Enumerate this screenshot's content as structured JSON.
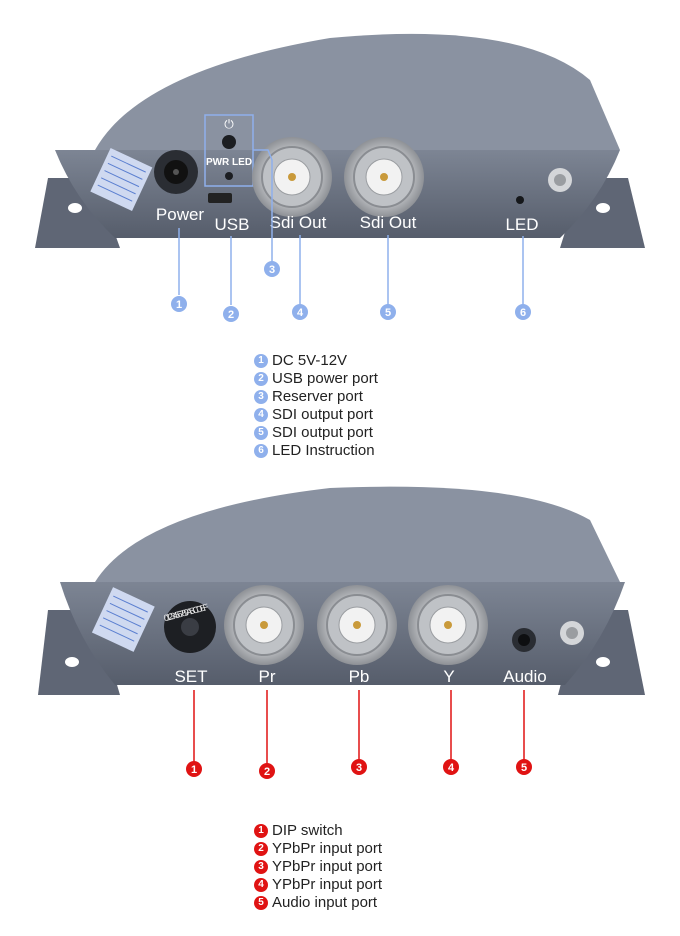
{
  "top_device": {
    "labels": {
      "power": "Power",
      "usb": "USB",
      "sdi_out_1": "Sdi Out",
      "sdi_out_2": "Sdi Out",
      "led": "LED",
      "pwr_led": "PWR LED"
    },
    "callouts": [
      "1",
      "2",
      "3",
      "4",
      "5",
      "6"
    ],
    "callout_color": "#8fb0ec"
  },
  "top_legend": [
    {
      "num": "1",
      "text": "DC 5V-12V"
    },
    {
      "num": "2",
      "text": "USB power port"
    },
    {
      "num": "3",
      "text": "Reserver port"
    },
    {
      "num": "4",
      "text": "SDI output port"
    },
    {
      "num": "5",
      "text": "SDI output port"
    },
    {
      "num": "6",
      "text": "LED Instruction"
    }
  ],
  "bottom_device": {
    "labels": {
      "set": "SET",
      "pr": "Pr",
      "pb": "Pb",
      "y": "Y",
      "audio": "Audio",
      "dial_digits": "0123456789ABCDEF"
    },
    "callouts": [
      "1",
      "2",
      "3",
      "4",
      "5"
    ],
    "callout_color": "#e01313"
  },
  "bottom_legend": [
    {
      "num": "1",
      "text": "DIP switch"
    },
    {
      "num": "2",
      "text": "YPbPr input port"
    },
    {
      "num": "3",
      "text": "YPbPr input port"
    },
    {
      "num": "4",
      "text": "YPbPr input port"
    },
    {
      "num": "5",
      "text": "Audio input port"
    }
  ],
  "colors": {
    "chassis": "#6a7282",
    "chassis_dark": "#4e5563",
    "connector": "#d7d9dc"
  }
}
